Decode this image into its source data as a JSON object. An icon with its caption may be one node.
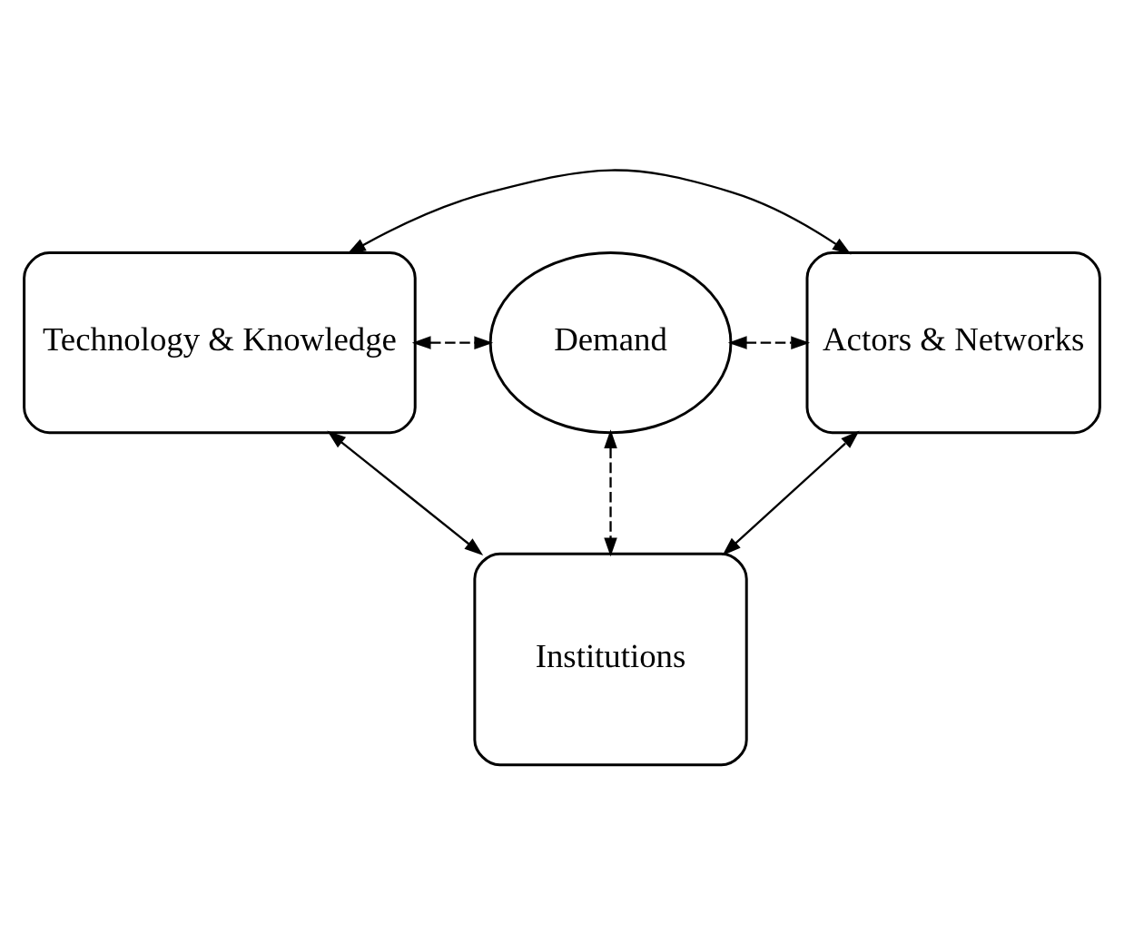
{
  "diagram": {
    "nodes": [
      {
        "text": [
          "Technology & Knowledge"
        ]
      },
      {
        "text": [
          "Actors & Networks"
        ]
      },
      {
        "text": [
          "Demand"
        ]
      },
      {
        "text": [
          "Institutions"
        ]
      }
    ],
    "edges": [
      {
        "from": 0,
        "to": 1,
        "arrow": "both"
      },
      {
        "from": 0,
        "to": 2,
        "arrow": "both",
        "style": "dashed"
      },
      {
        "from": 2,
        "to": 1,
        "arrow": "both",
        "style": "dashed"
      },
      {
        "from": 2,
        "to": 3,
        "arrow": "both",
        "style": "dashed"
      },
      {
        "from": 0,
        "to": 3,
        "arrow": "both"
      },
      {
        "from": 1,
        "to": 3,
        "arrow": "both"
      }
    ]
  }
}
